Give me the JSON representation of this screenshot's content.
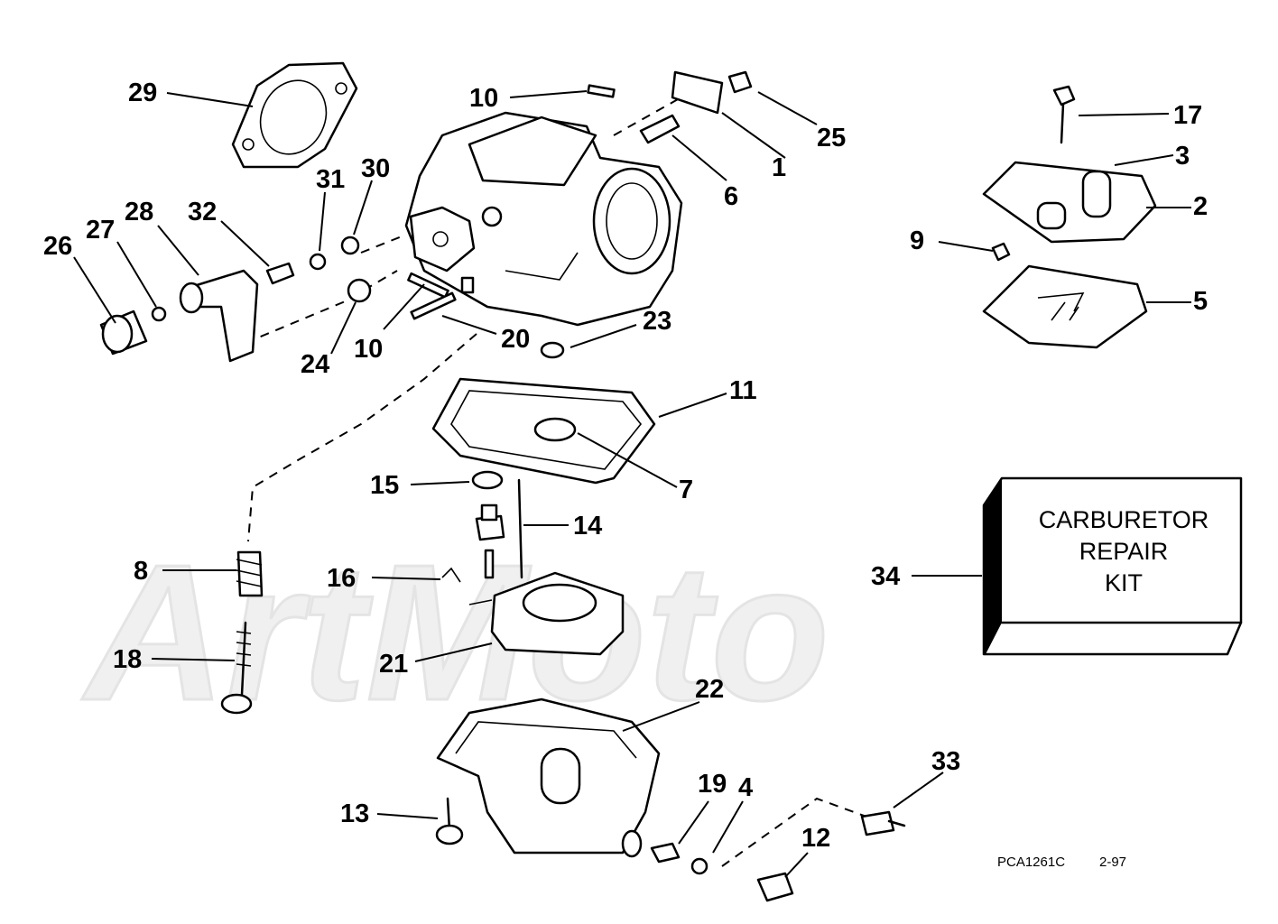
{
  "diagram": {
    "callouts": [
      "1",
      "2",
      "3",
      "4",
      "5",
      "6",
      "7",
      "8",
      "9",
      "10",
      "10",
      "11",
      "12",
      "13",
      "14",
      "15",
      "16",
      "17",
      "18",
      "19",
      "20",
      "21",
      "22",
      "23",
      "24",
      "25",
      "26",
      "27",
      "28",
      "29",
      "30",
      "31",
      "32",
      "33",
      "34"
    ],
    "kit_label": [
      "CARBURETOR",
      "REPAIR",
      "KIT"
    ],
    "figure_code": "PCA1261C",
    "figure_date": "2-97",
    "watermark": "ArtMoto"
  }
}
